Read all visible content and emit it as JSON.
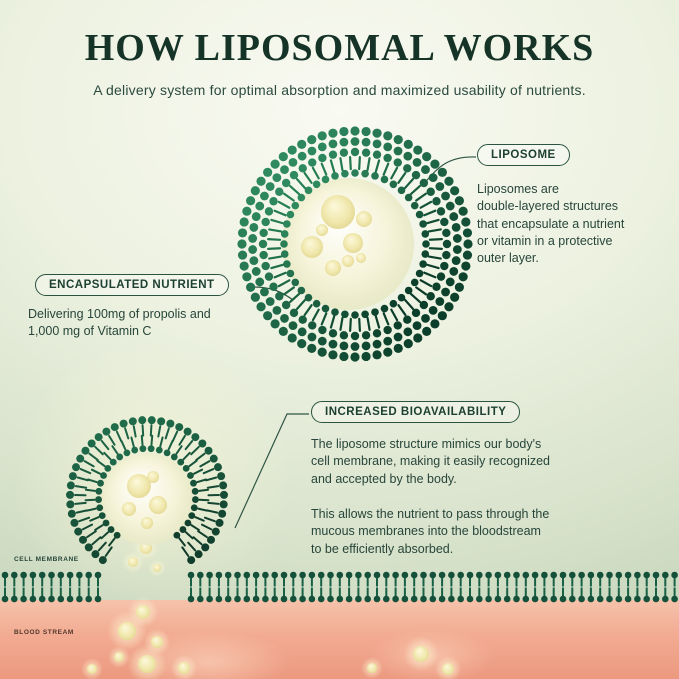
{
  "header": {
    "title": "HOW LIPOSOMAL WORKS",
    "subtitle": "A delivery system for optimal absorption and maximized usability of nutrients."
  },
  "callouts": {
    "liposome": {
      "label": "LIPOSOME",
      "description": "Liposomes are\ndouble-layered structures\nthat encapsulate a nutrient\nor vitamin in a protective\nouter layer."
    },
    "encapsulated_nutrient": {
      "label": "ENCAPSULATED NUTRIENT",
      "description": "Delivering 100mg of propolis and\n1,000 mg of Vitamin C"
    },
    "increased_bioavailability": {
      "label": "INCREASED BIOAVAILABILITY",
      "paragraph_1": "The liposome structure mimics our body's\ncell membrane, making it easily recognized\nand accepted by the body.",
      "paragraph_2": "This allows the nutrient to pass through the\nmucous membranes into the bloodstream\nto be efficiently absorbed."
    }
  },
  "diagram": {
    "cell_membrane_label": "CELL MEMBRANE",
    "blood_stream_label": "BLOOD STREAM"
  },
  "colors": {
    "title_text": "#163327",
    "body_text": "#27453a",
    "lipid_dark": "#0c3f2b",
    "lipid_light": "#2f8a5f",
    "nutrient_yellow": "#f0e7ac",
    "bloodstream_pink": "#f2ab92",
    "background_green": "#ccd9c2"
  }
}
